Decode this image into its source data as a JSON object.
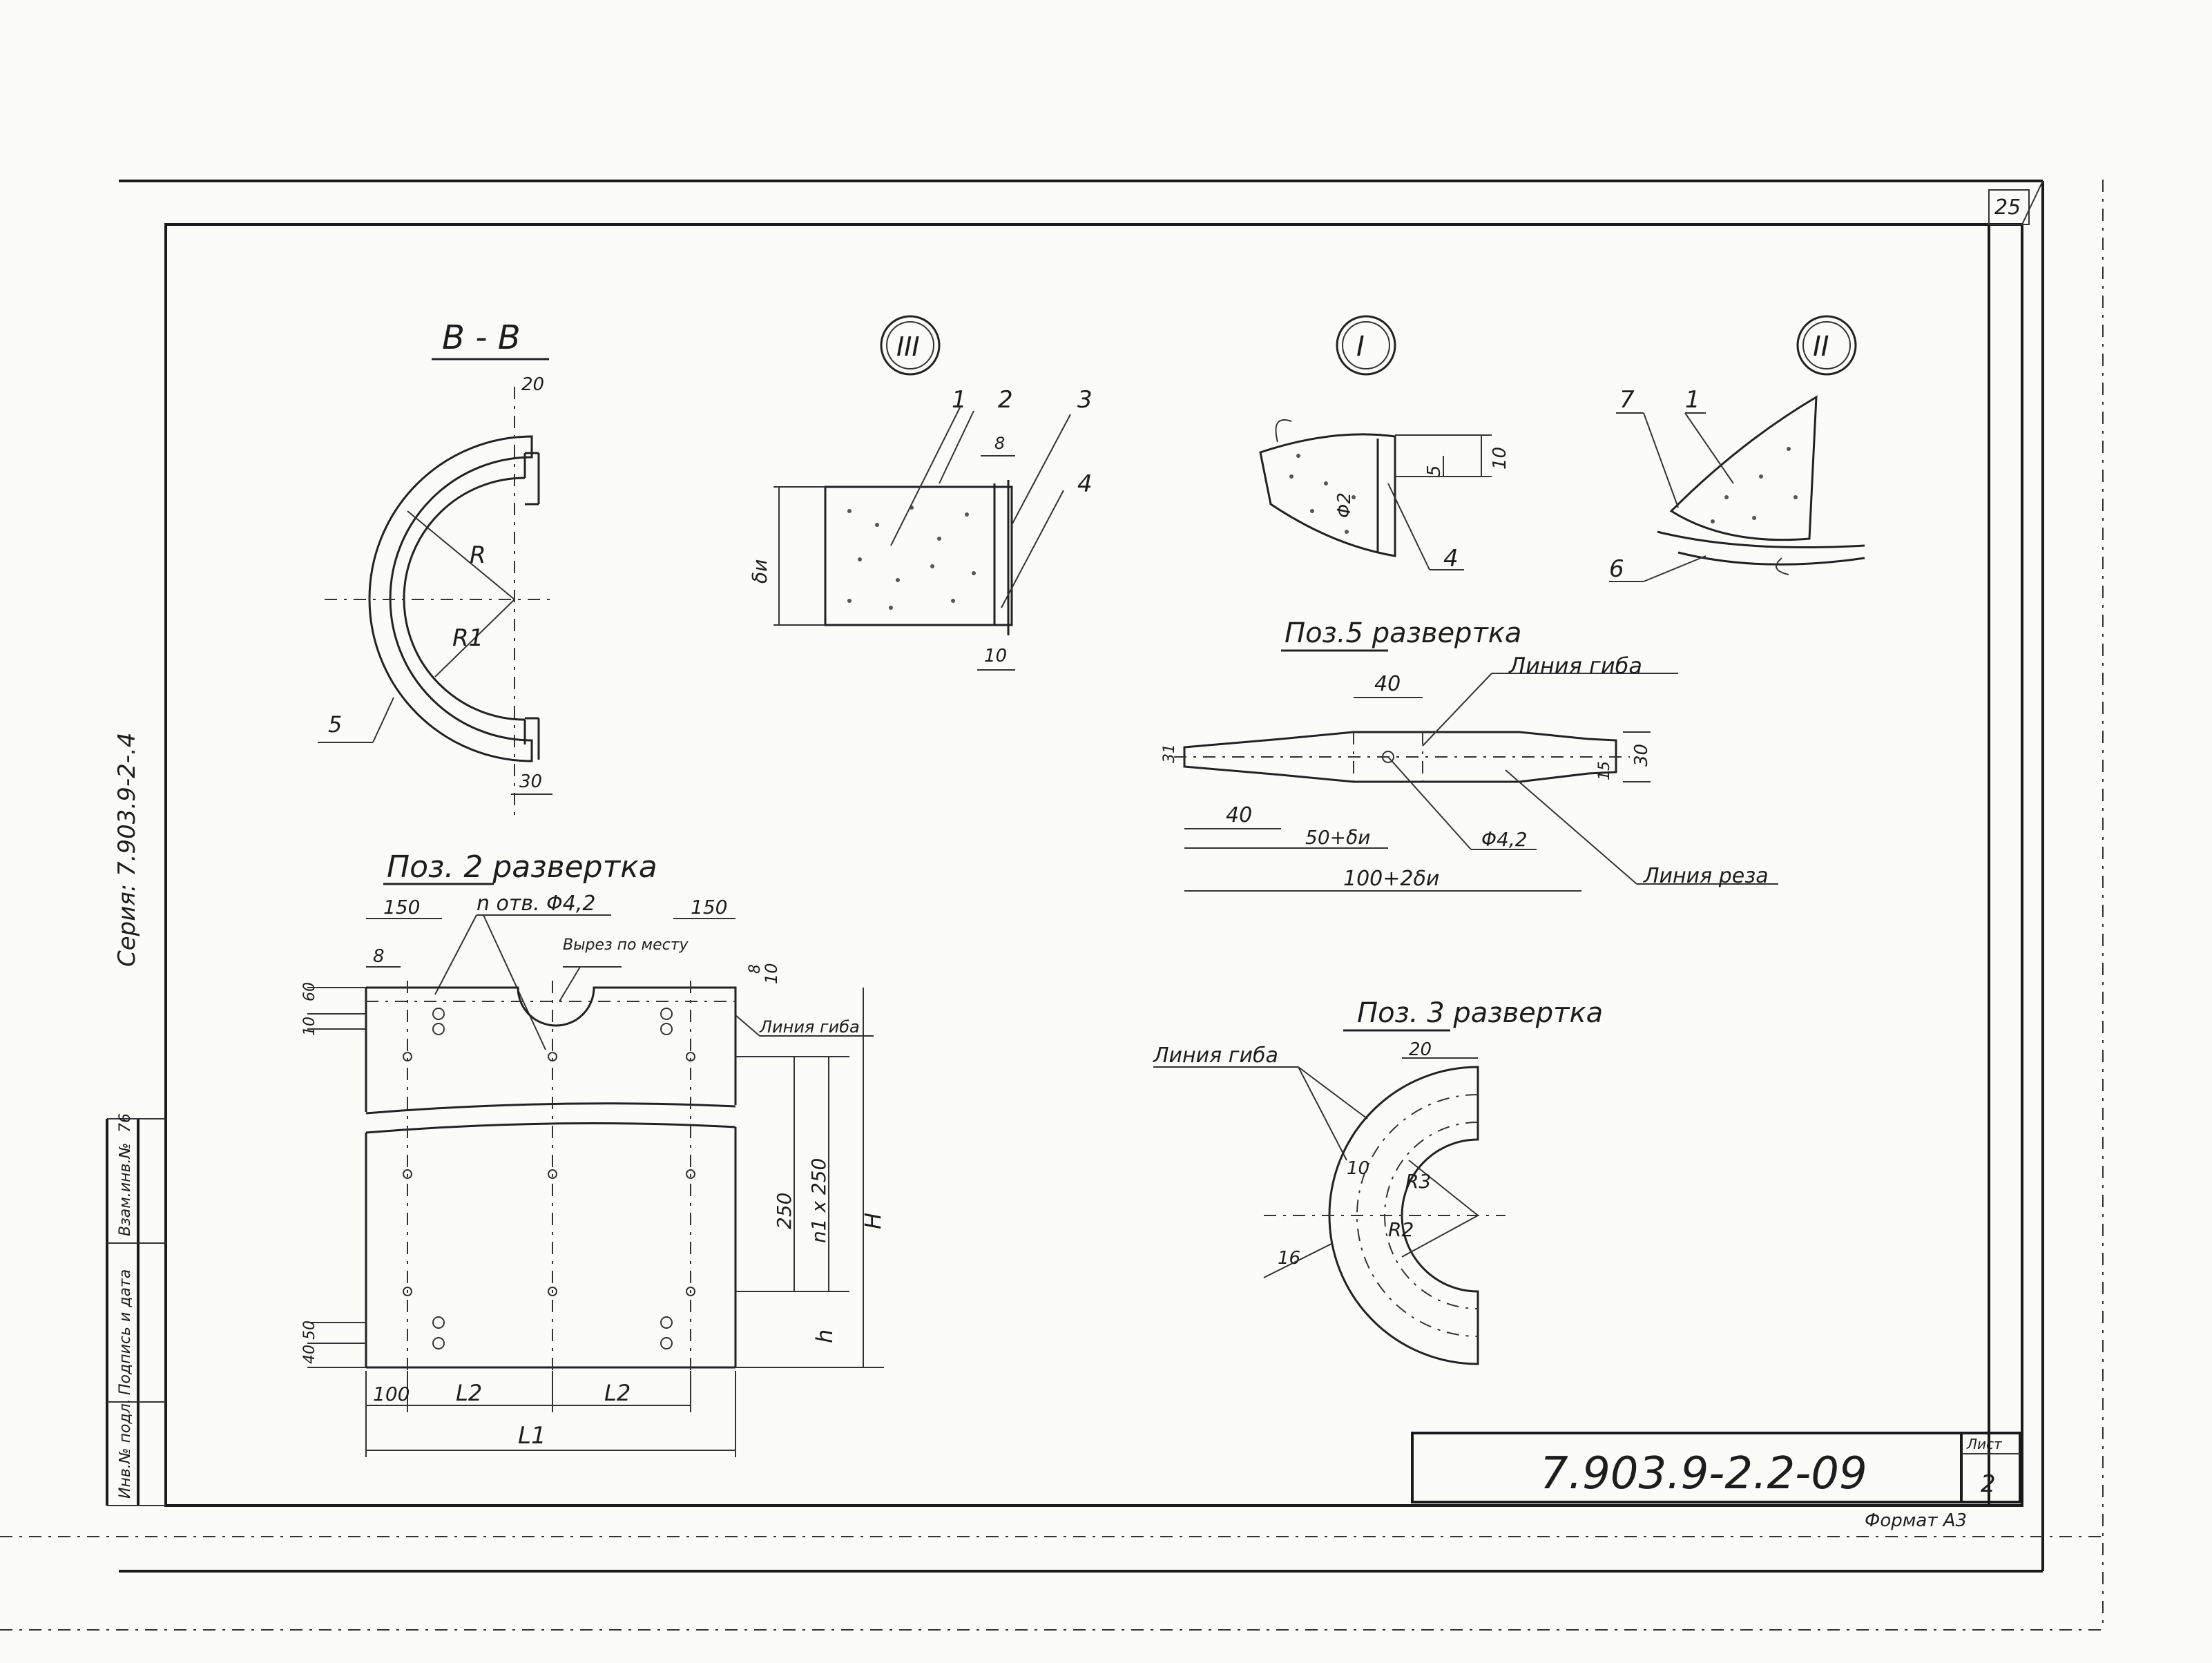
{
  "sheet": {
    "page_number": "25",
    "designation": "7.903.9-2.2-09",
    "sheet_label": "Лист",
    "sheet_number": "2",
    "format": "Формат А3",
    "series_label": "Серия: 7.903.9-2-.4",
    "side_stamp": [
      "Инв.№ подл.",
      "Подпись и дата",
      "Взам.инв.№",
      "76"
    ]
  },
  "section_bb": {
    "title": "В - В",
    "dims": [
      "20",
      "30"
    ],
    "radii": [
      "R",
      "R1"
    ],
    "callout": "5"
  },
  "detail_iii": {
    "marker": "III",
    "callouts": [
      "1",
      "2",
      "3",
      "4"
    ],
    "dims": [
      "8",
      "δи",
      "10"
    ]
  },
  "detail_i": {
    "marker": "I",
    "callouts": [
      "4"
    ],
    "dims": [
      "10",
      "5",
      "Φ2"
    ]
  },
  "detail_ii": {
    "marker": "II",
    "callouts": [
      "7",
      "1",
      "6"
    ]
  },
  "pos5": {
    "title": "Поз.5 развертка",
    "dims": [
      "40",
      "40",
      "50+δи",
      "100+2δи",
      "30",
      "15",
      "31"
    ],
    "labels": [
      "Линия гиба",
      "Линия реза",
      "Φ4,2"
    ]
  },
  "pos3": {
    "title": "Поз. 3 развертка",
    "label": "Линия гиба",
    "dims": [
      "20",
      "10",
      "16"
    ],
    "radii": [
      "R3",
      "R2"
    ]
  },
  "pos2": {
    "title": "Поз. 2 развертка",
    "holes_label": "n отв. Φ4,2",
    "cut_label": "Вырез по месту",
    "bend_label": "Линия гиба",
    "dims_top": [
      "150",
      "8",
      "150",
      "8",
      "10"
    ],
    "dims_left_top": [
      "10",
      "60"
    ],
    "dims_left_bottom": [
      "40",
      "50"
    ],
    "dims_right": [
      "250",
      "n1 x 250",
      "H",
      "h"
    ],
    "dims_bottom": [
      "100",
      "L2",
      "L2",
      "L1"
    ]
  }
}
